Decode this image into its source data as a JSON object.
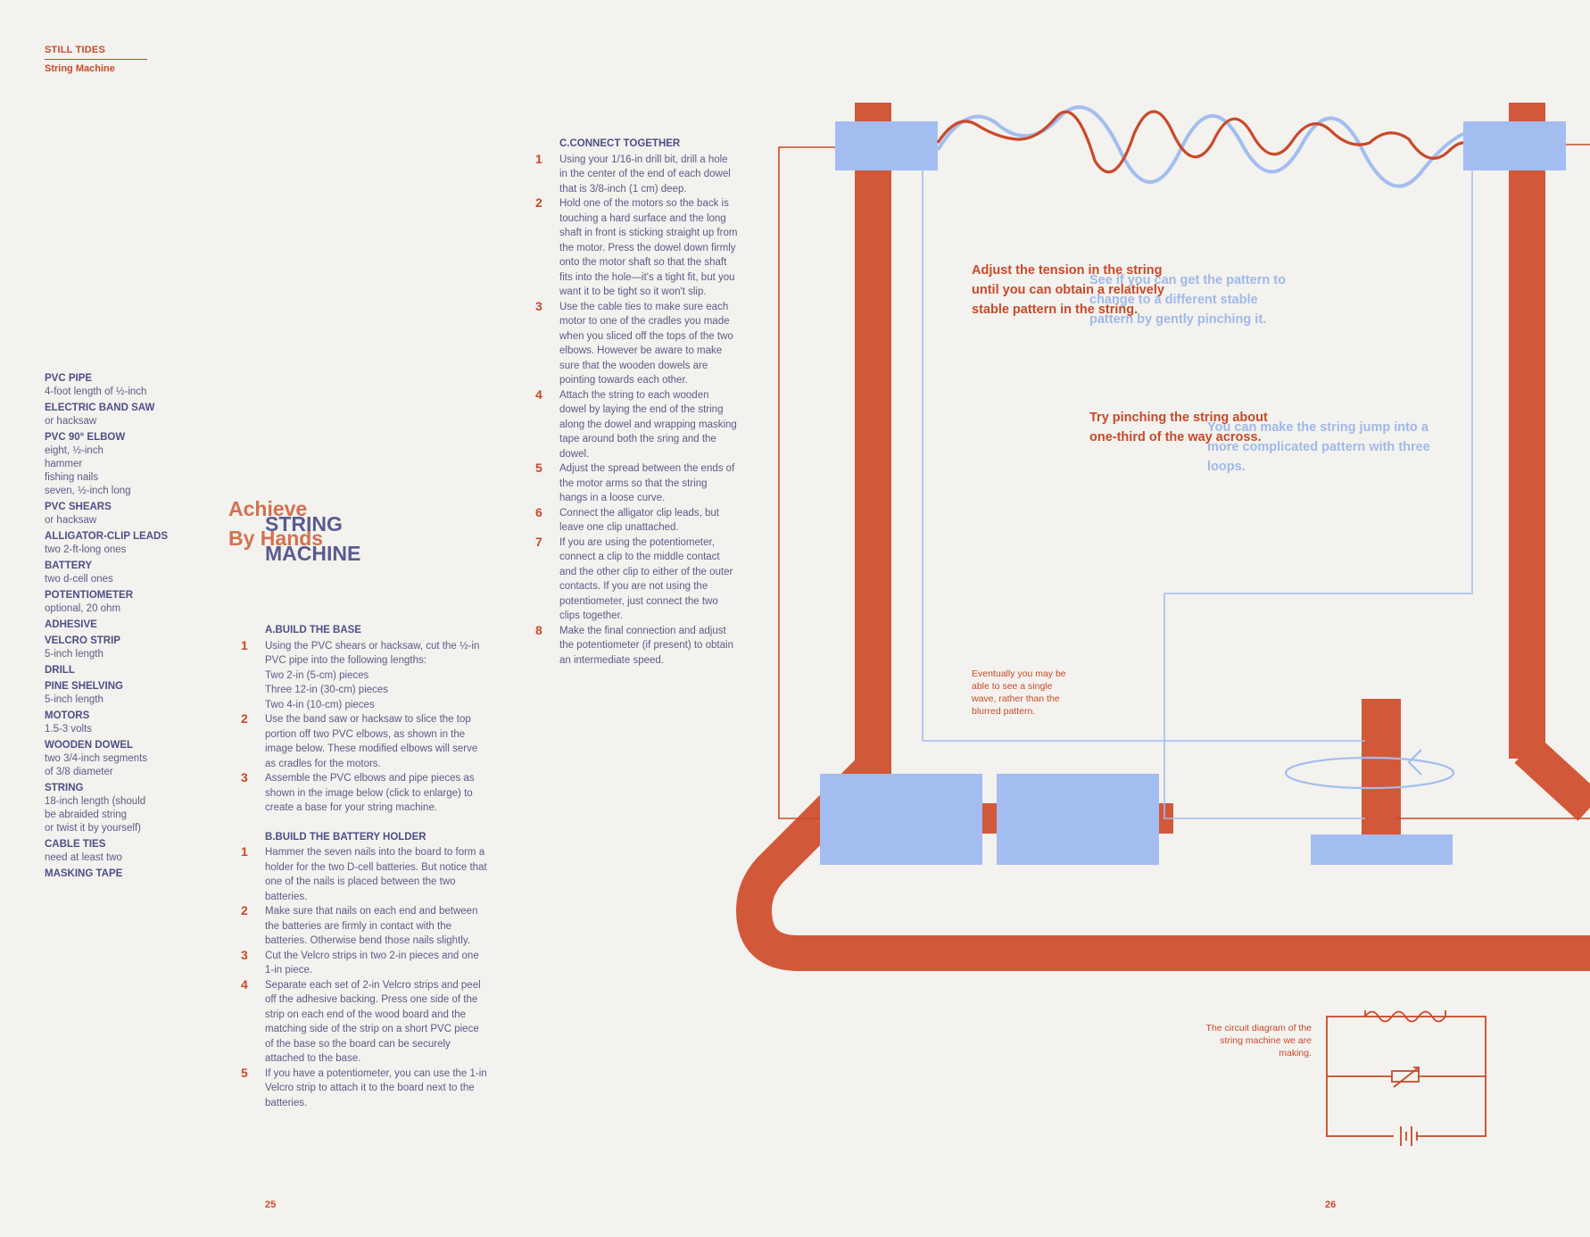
{
  "header": {
    "title": "STILL TIDES",
    "subtitle": "String Machine"
  },
  "materials": [
    {
      "name": "PVC PIPE",
      "details": [
        "4-foot length of ½-inch"
      ]
    },
    {
      "name": "ELECTRIC BAND SAW",
      "details": [
        "or hacksaw"
      ]
    },
    {
      "name": "PVC 90° ELBOW",
      "details": [
        "eight, ½-inch",
        "hammer",
        "fishing nails",
        "seven, ½-inch long"
      ]
    },
    {
      "name": "PVC SHEARS",
      "details": [
        "or hacksaw"
      ]
    },
    {
      "name": "ALLIGATOR-CLIP LEADS",
      "details": [
        "two 2-ft-long ones"
      ]
    },
    {
      "name": "BATTERY",
      "details": [
        "two d-cell ones"
      ]
    },
    {
      "name": "POTENTIOMETER",
      "details": [
        "optional, 20 ohm"
      ]
    },
    {
      "name": "ADHESIVE",
      "details": []
    },
    {
      "name": "VELCRO STRIP",
      "details": [
        "5-inch length"
      ]
    },
    {
      "name": "DRILL",
      "details": []
    },
    {
      "name": "PINE SHELVING",
      "details": [
        "5-inch length"
      ]
    },
    {
      "name": "MOTORS",
      "details": [
        "1.5-3 volts"
      ]
    },
    {
      "name": "WOODEN DOWEL",
      "details": [
        "two 3/4-inch segments",
        "of 3/8 diameter"
      ]
    },
    {
      "name": "STRING",
      "details": [
        "18-inch length (should",
        "be abraided string",
        "or twist it by yourself)"
      ]
    },
    {
      "name": "CABLE TIES",
      "details": [
        "need at least two"
      ]
    },
    {
      "name": "MASKING TAPE",
      "details": []
    }
  ],
  "title": {
    "line_a1": "Achieve",
    "line_a2": "By Hands",
    "line_b1": "STRING",
    "line_b2": "MACHINE"
  },
  "sections": {
    "a": {
      "heading": "A.BUILD THE BASE",
      "steps": [
        {
          "n": "1",
          "text": "Using the PVC shears or hacksaw, cut the ½-in PVC pipe into the following lengths:",
          "extra": [
            "Two 2-in (5-cm) pieces",
            "Three 12-in (30-cm) pieces",
            "Two 4-in (10-cm) pieces"
          ]
        },
        {
          "n": "2",
          "text": "Use the band saw or hacksaw to slice the top portion off two PVC elbows, as shown in the image below. These modified elbows will serve as cradles for the motors."
        },
        {
          "n": "3",
          "text": "Assemble the PVC elbows and pipe pieces as shown in the image below (click to enlarge) to create a base for your string machine."
        }
      ]
    },
    "b": {
      "heading": "B.BUILD THE BATTERY HOLDER",
      "steps": [
        {
          "n": "1",
          "text": "Hammer the seven nails into the board to form a holder for the two D-cell batteries. But notice that one of the nails is placed between the two batteries."
        },
        {
          "n": "2",
          "text": "Make sure that nails on each end and between the batteries are firmly in contact with the batteries. Otherwise bend those nails slightly."
        },
        {
          "n": "3",
          "text": "Cut the Velcro strips in two 2-in pieces and one 1-in piece."
        },
        {
          "n": "4",
          "text": "Separate each set of 2-in Velcro strips and peel off the adhesive backing. Press one side of the strip on each end of the wood board and the matching side of the strip on a short PVC piece of the base so the board can be securely attached to the base."
        },
        {
          "n": "5",
          "text": "If you have a potentiometer, you can use the 1-in Velcro strip to attach it to the board next to the batteries."
        }
      ]
    },
    "c": {
      "heading": "C.CONNECT TOGETHER",
      "steps": [
        {
          "n": "1",
          "text": "Using your 1/16-in drill bit, drill a hole in the center of the end of each dowel that is 3/8-inch (1 cm) deep."
        },
        {
          "n": "2",
          "text": "Hold one of the motors so the back is touching a hard surface and the long shaft in front is sticking straight up from the motor. Press the dowel down firmly onto the motor shaft so that the shaft fits into the hole—it's a tight fit, but you want it to be tight so it won't slip."
        },
        {
          "n": "3",
          "text": "Use the cable ties to make sure each motor to one of the cradles you made when you sliced off the tops of the two elbows. However be aware to make sure that the wooden dowels are pointing towards each other."
        },
        {
          "n": "4",
          "text": "Attach the string to each wooden dowel by laying the end of the string along the dowel and wrapping masking tape around both the sring and the dowel."
        },
        {
          "n": "5",
          "text": "Adjust the spread between the ends of the motor arms so that the string hangs in a loose curve."
        },
        {
          "n": "6",
          "text": "Connect the alligator clip leads, but leave one clip unattached."
        },
        {
          "n": "7",
          "text": "If you are using the potentiometer, connect a clip to the middle contact and the other clip to either of the outer contacts. If you are not using the potentiometer, just connect the two clips together."
        },
        {
          "n": "8",
          "text": "Make the final connection and adjust the potentiometer (if present) to obtain an intermediate speed."
        }
      ]
    }
  },
  "annotations": {
    "tension": "Adjust the tension in the string until you can obtain a relatively stable pattern in the string.",
    "pattern": "See if you can get the pattern to change to a different stable pattern by gently pinching it.",
    "pinch": "Try pinching the string about one-third of the way across.",
    "jump": "You can make the string jump into a more complicated pattern with three loops.",
    "wave": "Eventually you may be able to see a single wave, rather than the blurred pattern.",
    "circuit": "The circuit diagram of the string machine we are making."
  },
  "pages": {
    "left": "25",
    "right": "26"
  },
  "colors": {
    "accent": "#d2583a",
    "line": "#c9492a",
    "blue": "#a3bdf0",
    "navy": "#4d4f88",
    "paper": "#f3f2ee"
  }
}
